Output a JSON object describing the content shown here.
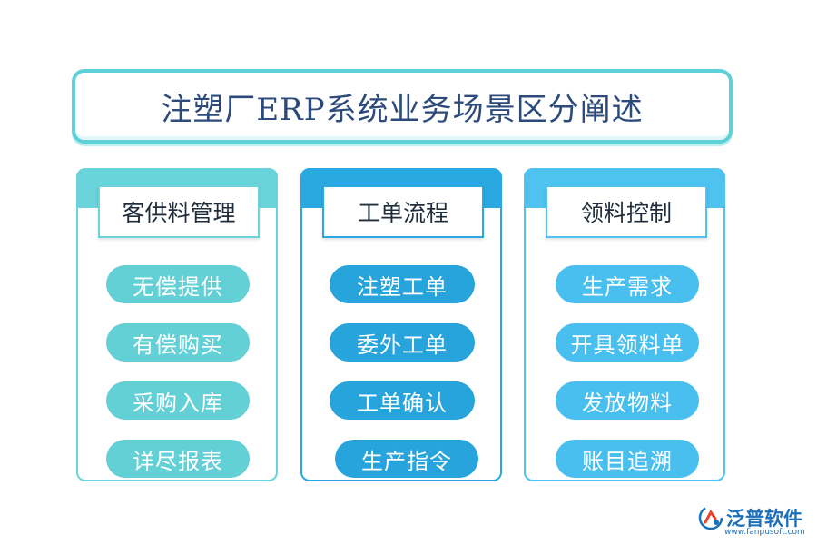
{
  "title": "注塑厂ERP系统业务场景区分阐述",
  "panels": [
    {
      "header": "客供料管理",
      "items": [
        "无偿提供",
        "有偿购买",
        "采购入库",
        "详尽报表"
      ]
    },
    {
      "header": "工单流程",
      "items": [
        "注塑工单",
        "委外工单",
        "工单确认",
        "生产指令"
      ]
    },
    {
      "header": "领料控制",
      "items": [
        "生产需求",
        "开具领料单",
        "发放物料",
        "账目追溯"
      ]
    }
  ],
  "logo": {
    "name": "泛普软件",
    "url": "www.fanpusoft.com"
  },
  "colors": {
    "title_border": "#5fd0d8",
    "panel1": "#6bd3da",
    "panel2": "#29a9e0",
    "panel3": "#4fc2ef",
    "title_text": "#2c4a7a"
  }
}
